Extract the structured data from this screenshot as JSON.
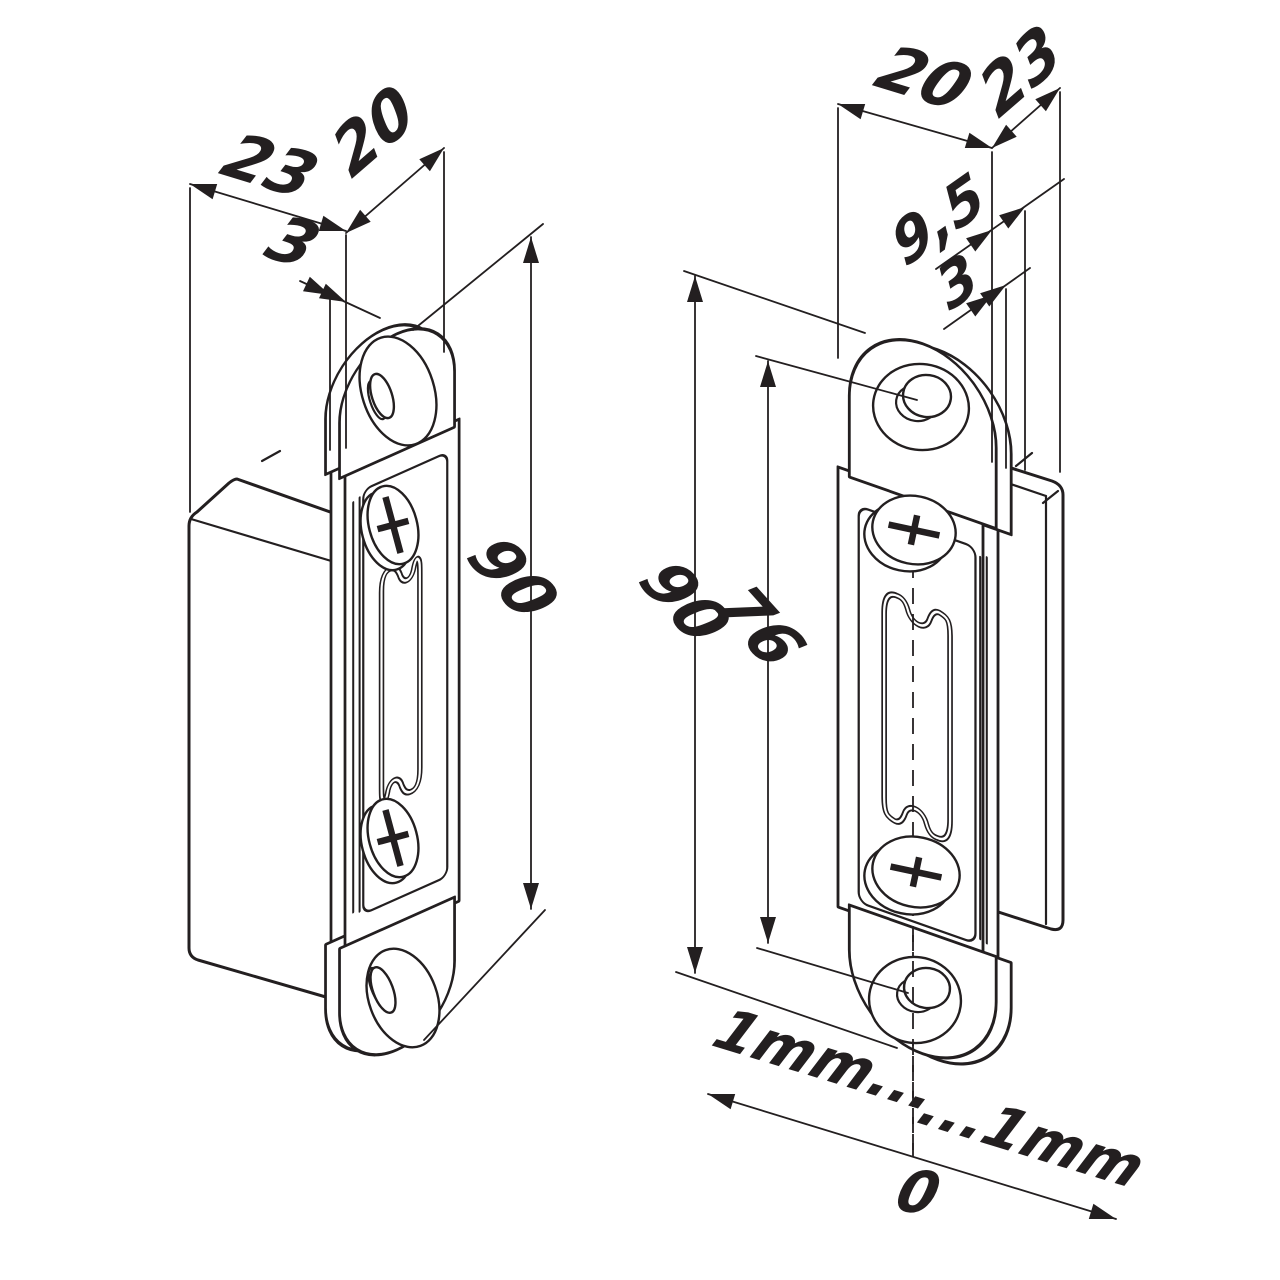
{
  "drawing": {
    "background": "#ffffff",
    "line_color": "#231f20",
    "left_view": {
      "dim_depth": "23",
      "dim_width": "20",
      "dim_thickness": "3",
      "dim_height": "90"
    },
    "right_view": {
      "dim_width": "20",
      "dim_depth": "23",
      "dim_offset": "9,5",
      "dim_thickness": "3",
      "dim_height": "90",
      "dim_hole_spacing": "76"
    },
    "adjustment_scale": {
      "left_label": "1mm...",
      "right_label": "...1mm",
      "zero_label": "0"
    }
  }
}
